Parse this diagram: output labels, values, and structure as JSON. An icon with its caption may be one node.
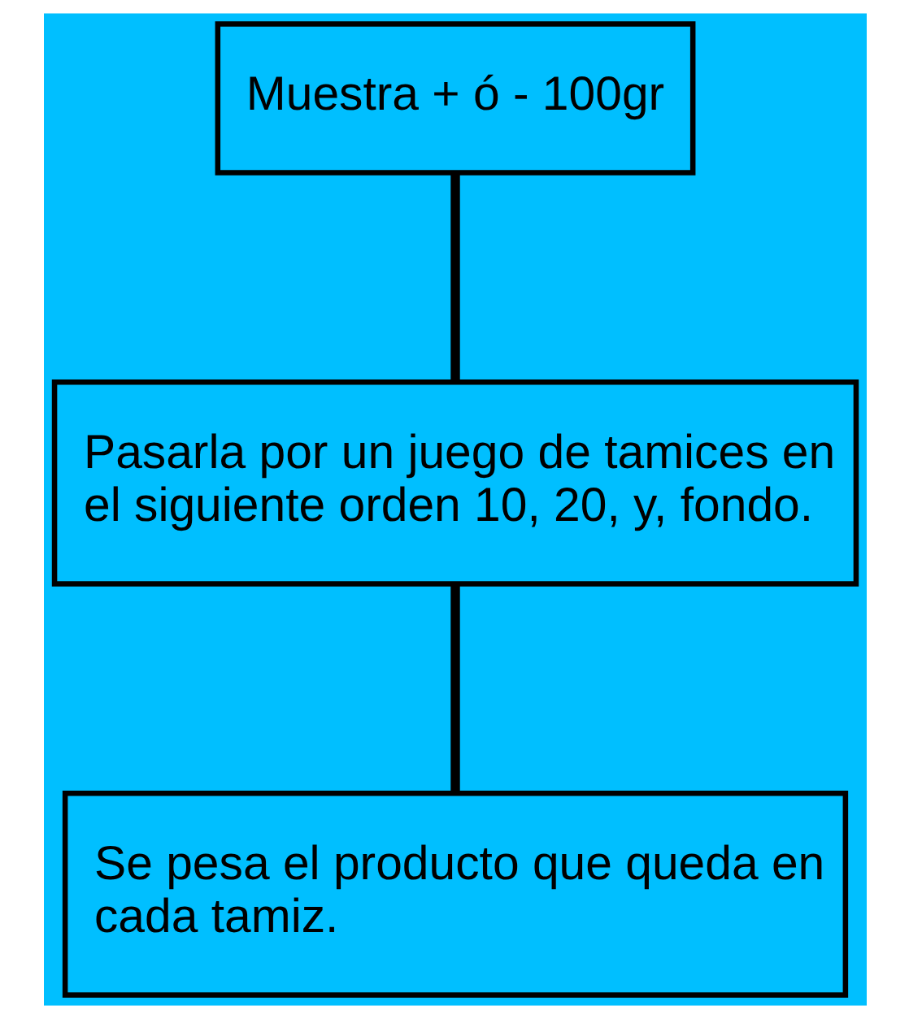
{
  "diagram": {
    "nodes": [
      {
        "text": [
          "Muestra + ó - 100gr"
        ]
      },
      {
        "text": [
          "Pasarla por un juego de tamices en el siguiente orden 10, 20, y, fondo."
        ]
      },
      {
        "text": [
          "Se pesa el producto que queda en cada tamiz."
        ]
      }
    ],
    "edges": [
      {
        "from": 0,
        "to": 1,
        "arrow": "none"
      },
      {
        "from": 1,
        "to": 2,
        "arrow": "none"
      }
    ]
  }
}
